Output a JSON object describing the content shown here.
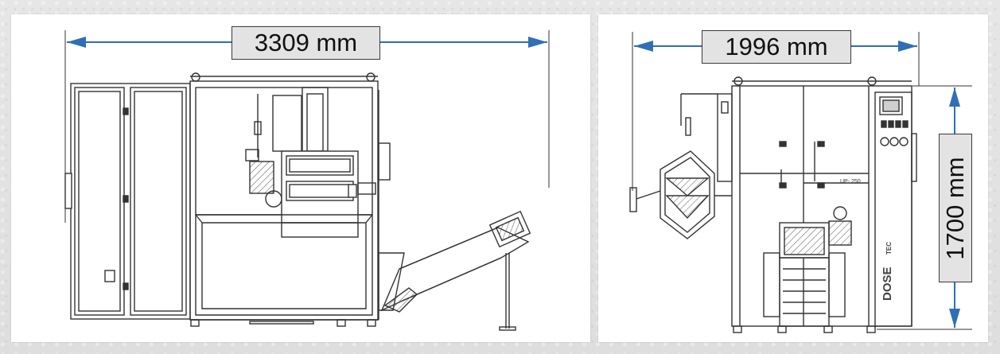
{
  "dimensions": {
    "front_view_width": "3309 mm",
    "side_view_width": "1996 mm",
    "side_view_height": "1700 mm"
  },
  "branding": {
    "logo_text": "DOSE",
    "logo_suffix": "TEC",
    "model_plate": "UP- 250"
  },
  "colors": {
    "dimension_arrow": "#2e6fb5",
    "drawing_line": "#333333",
    "label_background": "#e3e3e3"
  }
}
